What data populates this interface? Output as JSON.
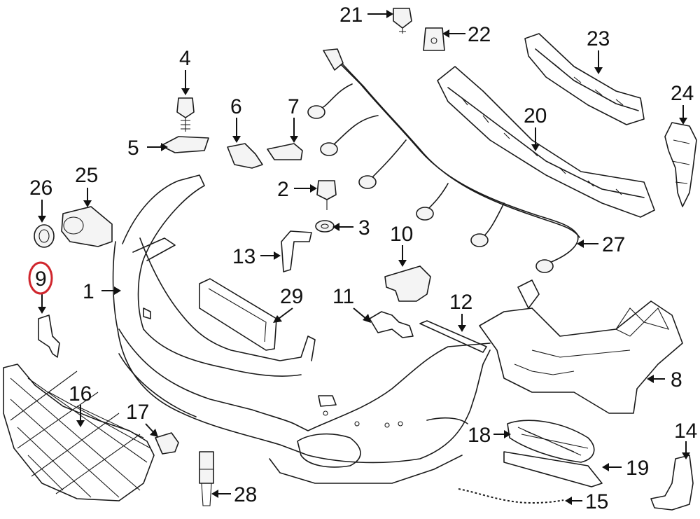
{
  "callouts": [
    {
      "id": "1",
      "text": "1"
    },
    {
      "id": "2",
      "text": "2"
    },
    {
      "id": "3",
      "text": "3"
    },
    {
      "id": "4",
      "text": "4"
    },
    {
      "id": "5",
      "text": "5"
    },
    {
      "id": "6",
      "text": "6"
    },
    {
      "id": "7",
      "text": "7"
    },
    {
      "id": "8",
      "text": "8"
    },
    {
      "id": "9",
      "text": "9"
    },
    {
      "id": "10",
      "text": "10"
    },
    {
      "id": "11",
      "text": "11"
    },
    {
      "id": "12",
      "text": "12"
    },
    {
      "id": "13",
      "text": "13"
    },
    {
      "id": "14",
      "text": "14"
    },
    {
      "id": "15",
      "text": "15"
    },
    {
      "id": "16",
      "text": "16"
    },
    {
      "id": "17",
      "text": "17"
    },
    {
      "id": "18",
      "text": "18"
    },
    {
      "id": "19",
      "text": "19"
    },
    {
      "id": "20",
      "text": "20"
    },
    {
      "id": "21",
      "text": "21"
    },
    {
      "id": "22",
      "text": "22"
    },
    {
      "id": "23",
      "text": "23"
    },
    {
      "id": "24",
      "text": "24"
    },
    {
      "id": "25",
      "text": "25"
    },
    {
      "id": "26",
      "text": "26"
    },
    {
      "id": "27",
      "text": "27"
    },
    {
      "id": "28",
      "text": "28"
    },
    {
      "id": "29",
      "text": "29"
    }
  ],
  "highlighted_callout": "9",
  "colors": {
    "line": "#1a1a1a",
    "highlight": "#d0262d",
    "background": "#ffffff"
  }
}
